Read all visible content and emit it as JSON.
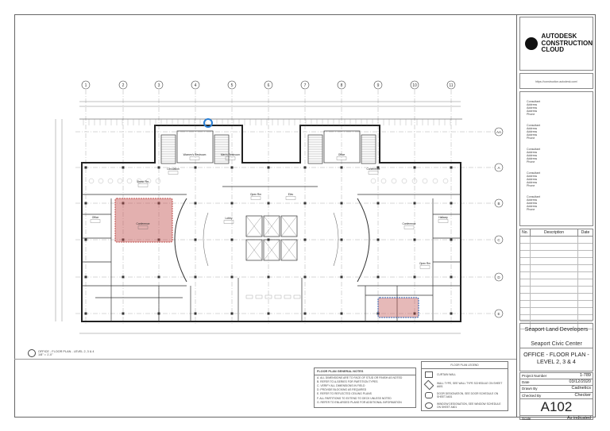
{
  "titleblock": {
    "logo": [
      "AUTODESK",
      "CONSTRUCTION",
      "CLOUD"
    ],
    "url": "https://construction.autodesk.com/",
    "consultants": [
      "Consultant\nAddress\nAddress\nAddress\nPhone",
      "Consultant\nAddress\nAddress\nAddress\nPhone",
      "Consultant\nAddress\nAddress\nAddress\nPhone",
      "Consultant\nAddress\nAddress\nAddress\nPhone",
      "Consultant\nAddress\nAddress\nAddress\nPhone"
    ],
    "revision_headers": {
      "no": "No.",
      "description": "Description",
      "date": "Date"
    },
    "client": "Seaport Land Developers",
    "project": "Seaport Civic Center",
    "sheet_title": "OFFICE - FLOOR PLAN - LEVEL 2, 3 & 4",
    "project_number_label": "Project Number",
    "project_number": "1-789",
    "date_label": "Date",
    "date": "03/12/2020",
    "drawn_by_label": "Drawn By",
    "drawn_by": "Cadnetics",
    "checked_by_label": "Checked By",
    "checked_by": "Checker",
    "sheet_number": "A102",
    "scale_label": "Scale",
    "scale": "As indicated"
  },
  "view_title": {
    "name": "OFFICE - FLOOR PLAN - LEVEL 2, 3 & 4",
    "scale": "1/8\" = 1'-0\""
  },
  "general_notes": {
    "title": "FLOOR PLAN GENERAL NOTES",
    "items": [
      "A.   ALL DIMENSIONS ARE TO FACE OF STUD OR FINISH AS NOTED",
      "B.   REFER TO A-SERIES FOR PARTITION TYPES",
      "C.   VERIFY ALL DIMENSIONS IN FIELD",
      "D.   PROVIDE BLOCKING AS REQUIRED",
      "E.   REFER TO REFLECTED CEILING PLANS",
      "F.   ALL PARTITIONS TO EXTEND TO DECK UNLESS NOTED",
      "G.   REFER TO ENLARGED PLANS FOR ADDITIONAL INFORMATION"
    ]
  },
  "legend": {
    "title": "FLOOR PLAN LEGEND",
    "items": [
      "CURTAIN WALL",
      "WALL TYPE, SEE WALL TYPE SCHEDULE ON SHEET A601",
      "DOOR DESIGNATION, SEE DOOR SCHEDULE ON SHEET A601",
      "WINDOW DESIGNATION, SEE WINDOW SCHEDULE ON SHEET A601"
    ]
  },
  "plan": {
    "columns": [
      "1",
      "2",
      "3",
      "4",
      "5",
      "6",
      "7",
      "8",
      "9",
      "10",
      "11"
    ],
    "rows": [
      "AA",
      "A",
      "B",
      "C",
      "D",
      "E"
    ],
    "rooms": [
      "Women's Restroom",
      "Men's Restroom",
      "Circulation",
      "Break Rm",
      "Conference",
      "Office",
      "Lobby",
      "Open Rm",
      "Elev",
      "Office",
      "Conference",
      "Conference",
      "Hallway",
      "Open Rm"
    ],
    "markup_colors": {
      "cloud": "#c0504d",
      "circle": "#2a7fd4"
    }
  }
}
